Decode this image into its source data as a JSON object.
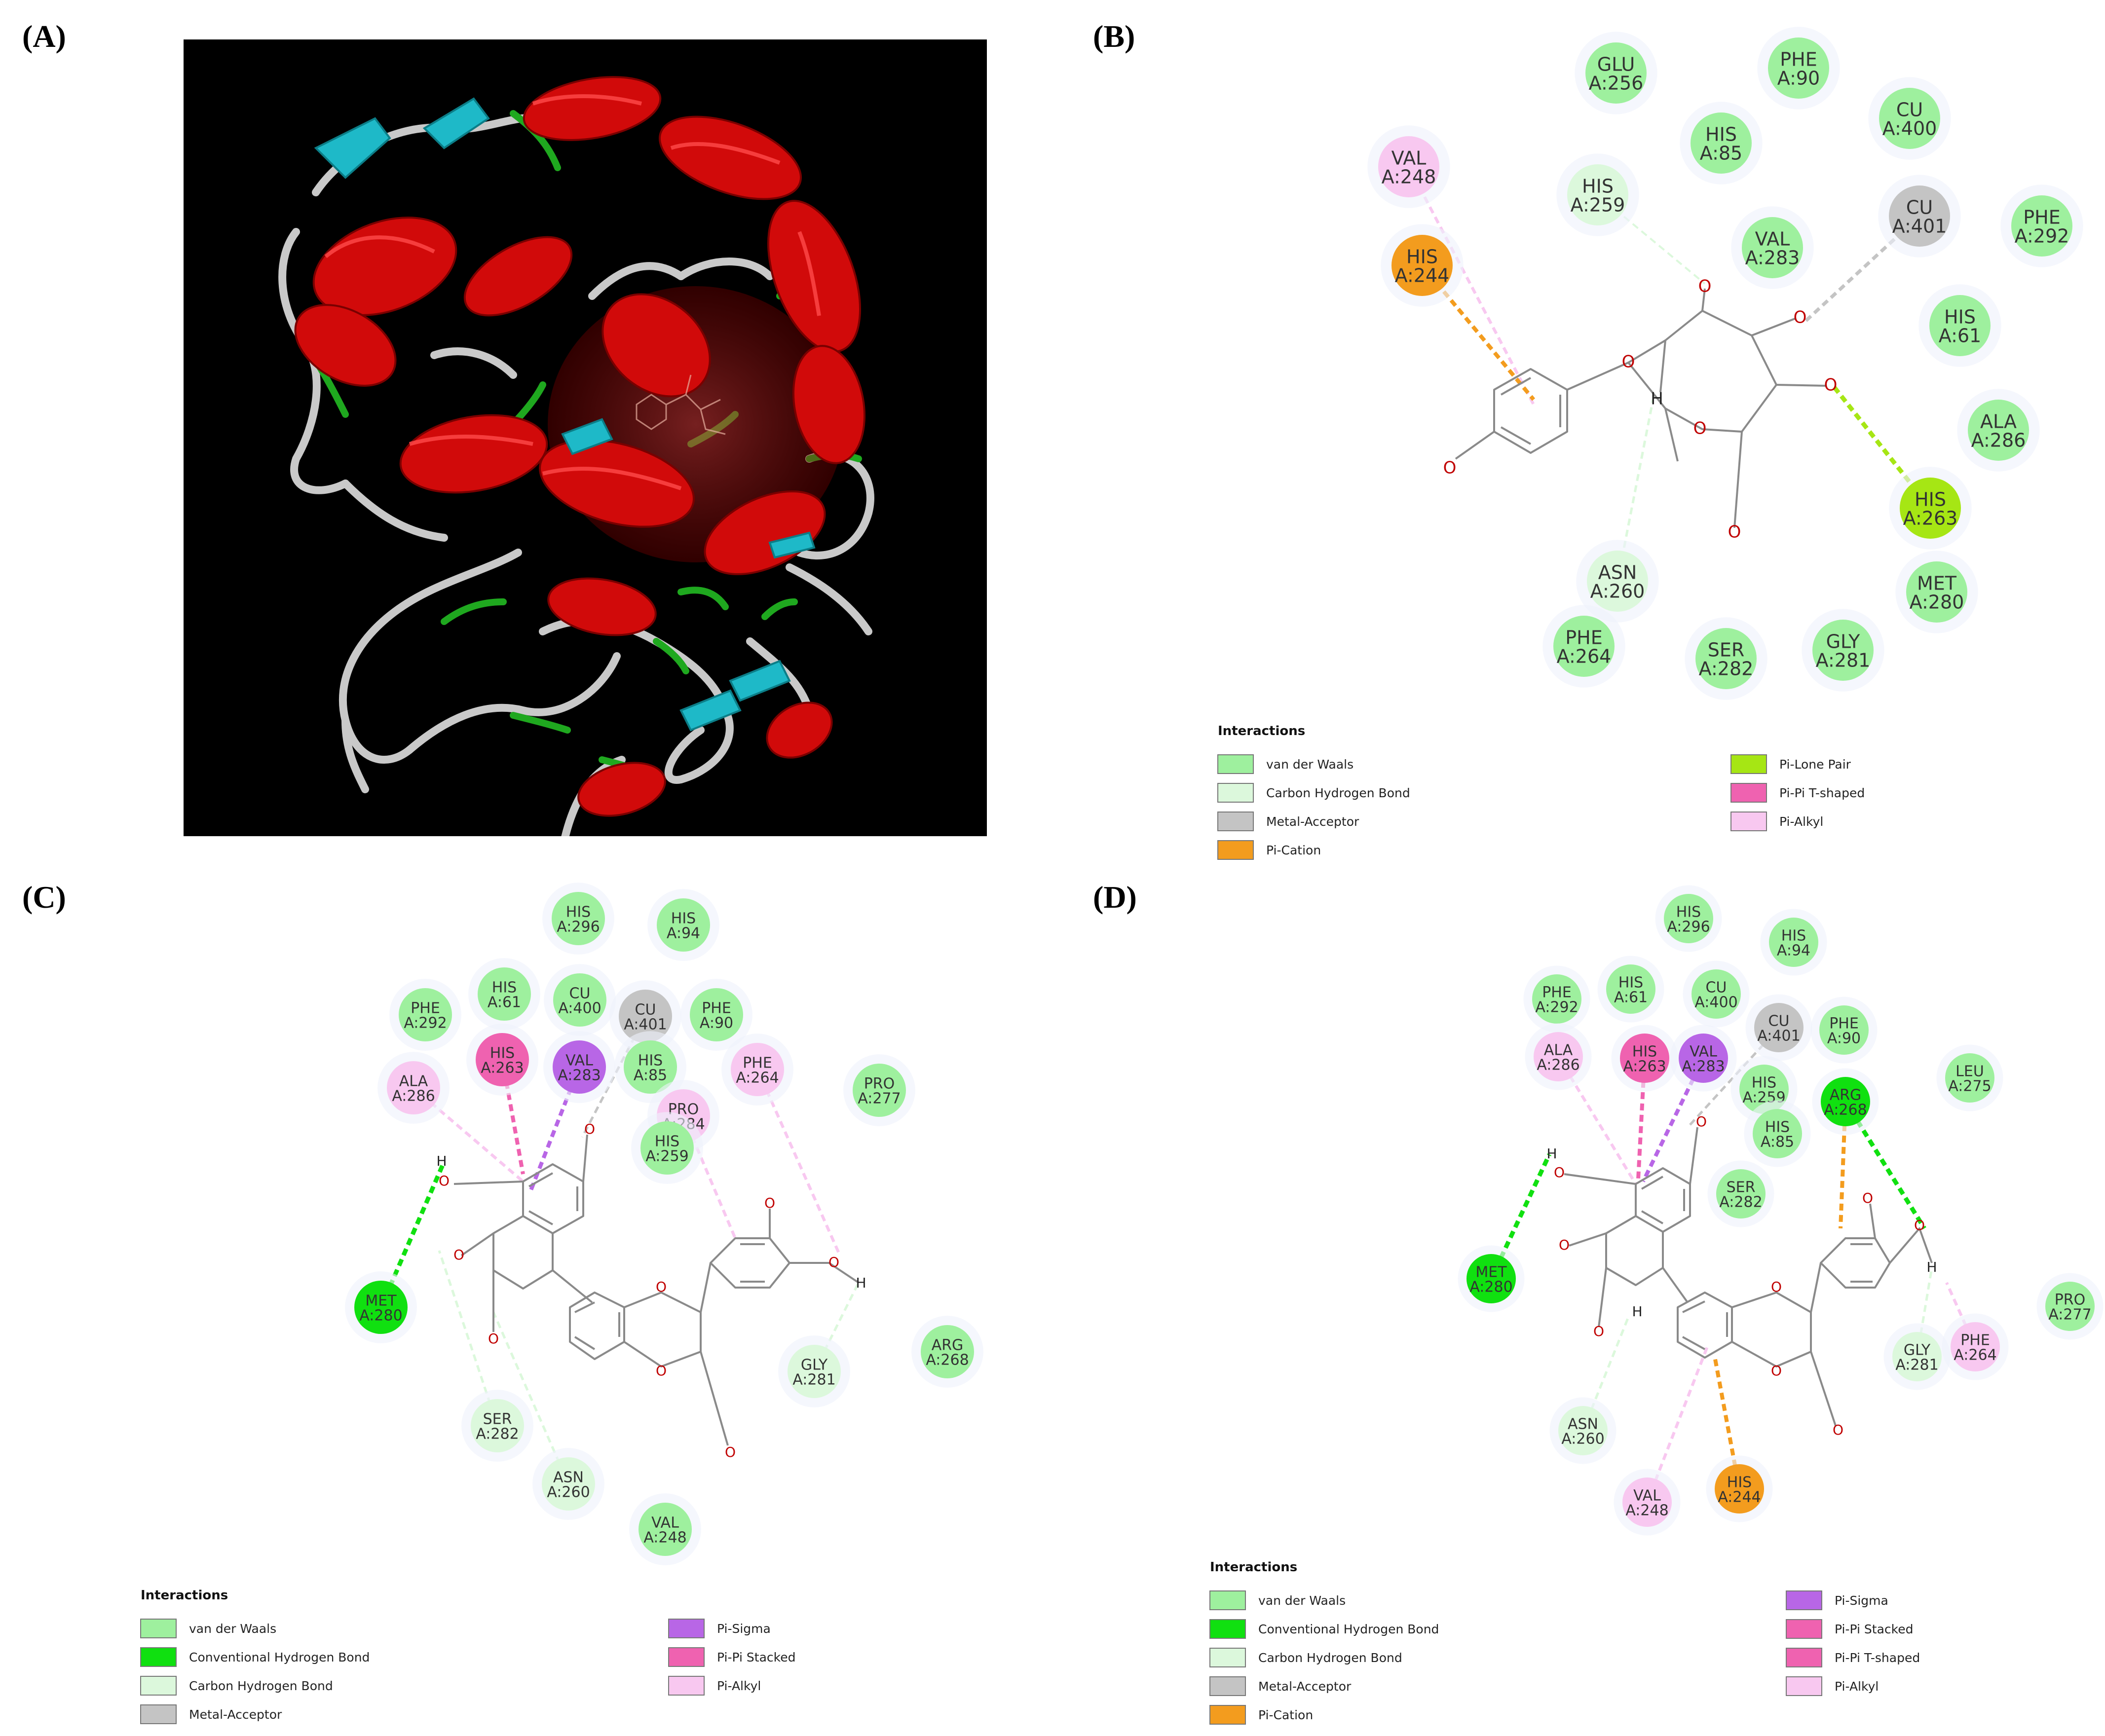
{
  "panels": [
    {
      "id": "A",
      "label": "(A)"
    },
    {
      "id": "B",
      "label": "(B)"
    },
    {
      "id": "C",
      "label": "(C)"
    },
    {
      "id": "D",
      "label": "(D)"
    }
  ],
  "interaction_types": {
    "vdw": {
      "name": "van der Waals",
      "color": "#9ef09e"
    },
    "chb": {
      "name": "Conventional Hydrogen Bond",
      "color": "#10e010"
    },
    "carb": {
      "name": "Carbon Hydrogen Bond",
      "color": "#dcf8dc"
    },
    "metal": {
      "name": "Metal-Acceptor",
      "color": "#c4c4c4"
    },
    "cation": {
      "name": "Pi-Cation",
      "color": "#f39c1e"
    },
    "lone": {
      "name": "Pi-Lone Pair",
      "color": "#a6e614"
    },
    "sigma": {
      "name": "Pi-Sigma",
      "color": "#b866e6"
    },
    "stacked": {
      "name": "Pi-Pi Stacked",
      "color": "#ef62b0"
    },
    "tshaped": {
      "name": "Pi-Pi T-shaped",
      "color": "#ef62b0"
    },
    "alkyl": {
      "name": "Pi-Alkyl",
      "color": "#f8c8f0"
    }
  },
  "legends": [
    {
      "panel": "B",
      "title": "Interactions",
      "left": [
        "vdw",
        "carb",
        "metal",
        "cation"
      ],
      "right": [
        "lone",
        "tshaped",
        "alkyl"
      ]
    },
    {
      "panel": "C",
      "title": "Interactions",
      "left": [
        "vdw",
        "chb",
        "carb",
        "metal"
      ],
      "right": [
        "sigma",
        "stacked",
        "alkyl"
      ]
    },
    {
      "panel": "D",
      "title": "Interactions",
      "left": [
        "vdw",
        "chb",
        "carb",
        "metal",
        "cation"
      ],
      "right": [
        "sigma",
        "stacked",
        "tshaped",
        "alkyl"
      ]
    }
  ],
  "residues": {
    "B": [
      {
        "a": "GLU",
        "b": "A:256",
        "t": "vdw"
      },
      {
        "a": "PHE",
        "b": "A:90",
        "t": "vdw"
      },
      {
        "a": "CU",
        "b": "A:400",
        "t": "vdw"
      },
      {
        "a": "VAL",
        "b": "A:248",
        "t": "alkyl"
      },
      {
        "a": "HIS",
        "b": "A:85",
        "t": "vdw"
      },
      {
        "a": "HIS",
        "b": "A:259",
        "t": "carb"
      },
      {
        "a": "CU",
        "b": "A:401",
        "t": "metal"
      },
      {
        "a": "PHE",
        "b": "A:292",
        "t": "vdw"
      },
      {
        "a": "HIS",
        "b": "A:244",
        "t": "cation"
      },
      {
        "a": "VAL",
        "b": "A:283",
        "t": "vdw"
      },
      {
        "a": "HIS",
        "b": "A:61",
        "t": "vdw"
      },
      {
        "a": "ALA",
        "b": "A:286",
        "t": "vdw"
      },
      {
        "a": "HIS",
        "b": "A:263",
        "t": "lone"
      },
      {
        "a": "ASN",
        "b": "A:260",
        "t": "carb"
      },
      {
        "a": "MET",
        "b": "A:280",
        "t": "vdw"
      },
      {
        "a": "PHE",
        "b": "A:264",
        "t": "vdw"
      },
      {
        "a": "SER",
        "b": "A:282",
        "t": "vdw"
      },
      {
        "a": "GLY",
        "b": "A:281",
        "t": "vdw"
      }
    ],
    "C": [
      {
        "a": "HIS",
        "b": "A:296",
        "t": "vdw"
      },
      {
        "a": "HIS",
        "b": "A:94",
        "t": "vdw"
      },
      {
        "a": "HIS",
        "b": "A:61",
        "t": "vdw"
      },
      {
        "a": "CU",
        "b": "A:400",
        "t": "vdw"
      },
      {
        "a": "CU",
        "b": "A:401",
        "t": "metal"
      },
      {
        "a": "PHE",
        "b": "A:292",
        "t": "vdw"
      },
      {
        "a": "PHE",
        "b": "A:90",
        "t": "vdw"
      },
      {
        "a": "HIS",
        "b": "A:263",
        "t": "stacked"
      },
      {
        "a": "VAL",
        "b": "A:283",
        "t": "sigma"
      },
      {
        "a": "HIS",
        "b": "A:85",
        "t": "vdw"
      },
      {
        "a": "PHE",
        "b": "A:264",
        "t": "alkyl"
      },
      {
        "a": "PRO",
        "b": "A:277",
        "t": "vdw"
      },
      {
        "a": "ALA",
        "b": "A:286",
        "t": "alkyl"
      },
      {
        "a": "PRO",
        "b": "A:284",
        "t": "alkyl"
      },
      {
        "a": "HIS",
        "b": "A:259",
        "t": "vdw"
      },
      {
        "a": "MET",
        "b": "A:280",
        "t": "chb"
      },
      {
        "a": "GLY",
        "b": "A:281",
        "t": "carb"
      },
      {
        "a": "ARG",
        "b": "A:268",
        "t": "vdw"
      },
      {
        "a": "SER",
        "b": "A:282",
        "t": "carb"
      },
      {
        "a": "ASN",
        "b": "A:260",
        "t": "carb"
      },
      {
        "a": "VAL",
        "b": "A:248",
        "t": "vdw"
      }
    ],
    "D": [
      {
        "a": "HIS",
        "b": "A:296",
        "t": "vdw"
      },
      {
        "a": "HIS",
        "b": "A:94",
        "t": "vdw"
      },
      {
        "a": "PHE",
        "b": "A:292",
        "t": "vdw"
      },
      {
        "a": "HIS",
        "b": "A:61",
        "t": "vdw"
      },
      {
        "a": "CU",
        "b": "A:400",
        "t": "vdw"
      },
      {
        "a": "CU",
        "b": "A:401",
        "t": "metal"
      },
      {
        "a": "PHE",
        "b": "A:90",
        "t": "vdw"
      },
      {
        "a": "ALA",
        "b": "A:286",
        "t": "alkyl"
      },
      {
        "a": "HIS",
        "b": "A:263",
        "t": "tshaped"
      },
      {
        "a": "VAL",
        "b": "A:283",
        "t": "sigma"
      },
      {
        "a": "LEU",
        "b": "A:275",
        "t": "vdw"
      },
      {
        "a": "HIS",
        "b": "A:259",
        "t": "vdw"
      },
      {
        "a": "ARG",
        "b": "A:268",
        "t": "chb"
      },
      {
        "a": "HIS",
        "b": "A:85",
        "t": "vdw"
      },
      {
        "a": "SER",
        "b": "A:282",
        "t": "vdw"
      },
      {
        "a": "MET",
        "b": "A:280",
        "t": "chb"
      },
      {
        "a": "PRO",
        "b": "A:277",
        "t": "vdw"
      },
      {
        "a": "GLY",
        "b": "A:281",
        "t": "carb"
      },
      {
        "a": "PHE",
        "b": "A:264",
        "t": "alkyl"
      },
      {
        "a": "ASN",
        "b": "A:260",
        "t": "carb"
      },
      {
        "a": "VAL",
        "b": "A:248",
        "t": "alkyl"
      },
      {
        "a": "HIS",
        "b": "A:244",
        "t": "cation"
      }
    ]
  },
  "atoms": {
    "O": "O",
    "H": "H"
  }
}
